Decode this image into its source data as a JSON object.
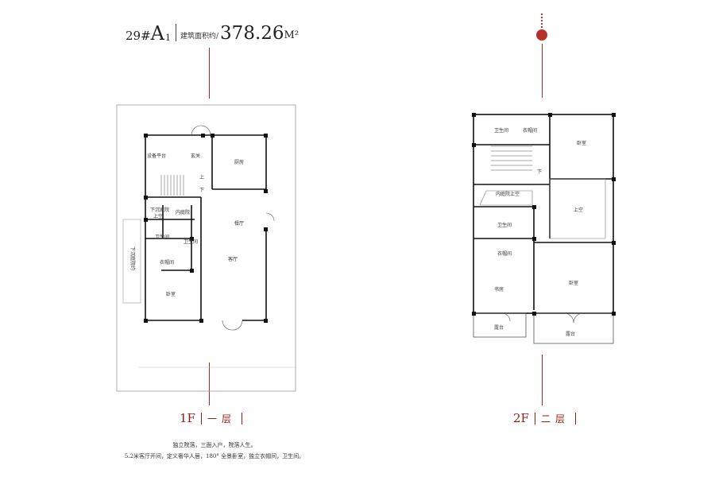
{
  "header": {
    "unit_code_num": "29#",
    "unit_code_letter": "A",
    "unit_code_sub": "1",
    "area_label": "建筑面积约/",
    "area_value": "378.26",
    "area_unit": "M²"
  },
  "floor1": {
    "label_en": "1F",
    "label_cn": "一层",
    "rooms": {
      "equipment_platform": "设备平台",
      "entrance": "玄关",
      "kitchen": "厨房",
      "up": "上",
      "down": "下",
      "sunken_courtyard_void_1": "下沉庭院",
      "sunken_courtyard_void_2": "上空",
      "inner_courtyard": "内庭院",
      "dining": "餐厅",
      "bathroom_1": "卫生间",
      "bathroom_2": "卫生间",
      "closet": "衣帽间",
      "living": "客厅",
      "bedroom": "卧室",
      "side_note": "下沉庭院约"
    }
  },
  "floor2": {
    "label_en": "2F",
    "label_cn": "二层",
    "rooms": {
      "bathroom_top": "卫生间",
      "closet_top": "衣帽间",
      "bedroom_top": "卧室",
      "down": "下",
      "inner_courtyard_void": "内庭院上空",
      "void": "上空",
      "bathroom_mid": "卫生间",
      "closet_mid": "衣帽间",
      "study": "书房",
      "bedroom_main": "卧室",
      "terrace_left": "露台",
      "terrace_right": "露台"
    }
  },
  "description": {
    "line1": "独立院落，三面入户，院落人生。",
    "line2": "5.2米客厅开间，定义奢华人居，180° 全景卧室，独立衣帽间，卫生间。"
  },
  "colors": {
    "accent": "#9b2a25",
    "wall": "#111111",
    "line": "#555555"
  }
}
